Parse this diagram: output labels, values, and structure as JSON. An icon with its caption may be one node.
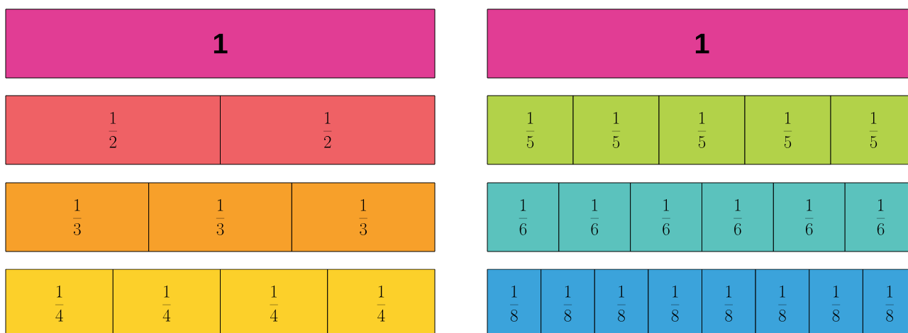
{
  "diagram": {
    "nodes": [
      {
        "text": [
          "1"
        ]
      },
      {
        "text": [
          "\\frac{1}{2}"
        ]
      },
      {
        "text": [
          "\\frac{1}{2}"
        ]
      },
      {
        "text": [
          "\\frac{1}{3}"
        ]
      },
      {
        "text": [
          "\\frac{1}{3}"
        ]
      },
      {
        "text": [
          "\\frac{1}{3}"
        ]
      },
      {
        "text": [
          "\\frac{1}{4}"
        ]
      },
      {
        "text": [
          "\\frac{1}{4}"
        ]
      },
      {
        "text": [
          "\\frac{1}{4}"
        ]
      },
      {
        "text": [
          "\\frac{1}{4}"
        ]
      },
      {
        "text": [
          "1"
        ]
      },
      {
        "text": [
          "\\frac{1}{5}"
        ]
      },
      {
        "text": [
          "\\frac{1}{5}"
        ]
      },
      {
        "text": [
          "\\frac{1}{5}"
        ]
      },
      {
        "text": [
          "\\frac{1}{5}"
        ]
      },
      {
        "text": [
          "\\frac{1}{5}"
        ]
      },
      {
        "text": [
          "\\frac{1}{6}"
        ]
      },
      {
        "text": [
          "\\frac{1}{6}"
        ]
      },
      {
        "text": [
          "\\frac{1}{6}"
        ]
      },
      {
        "text": [
          "\\frac{1}{6}"
        ]
      },
      {
        "text": [
          "\\frac{1}{6}"
        ]
      },
      {
        "text": [
          "\\frac{1}{6}"
        ]
      },
      {
        "text": [
          "\\frac{1}{8}"
        ]
      },
      {
        "text": [
          "\\frac{1}{8}"
        ]
      },
      {
        "text": [
          "\\frac{1}{8}"
        ]
      },
      {
        "text": [
          "\\frac{1}{8}"
        ]
      },
      {
        "text": [
          "\\frac{1}{8}"
        ]
      },
      {
        "text": [
          "\\frac{1}{8}"
        ]
      },
      {
        "text": [
          "\\frac{1}{8}"
        ]
      },
      {
        "text": [
          "\\frac{1}{8}"
        ]
      }
    ]
  }
}
